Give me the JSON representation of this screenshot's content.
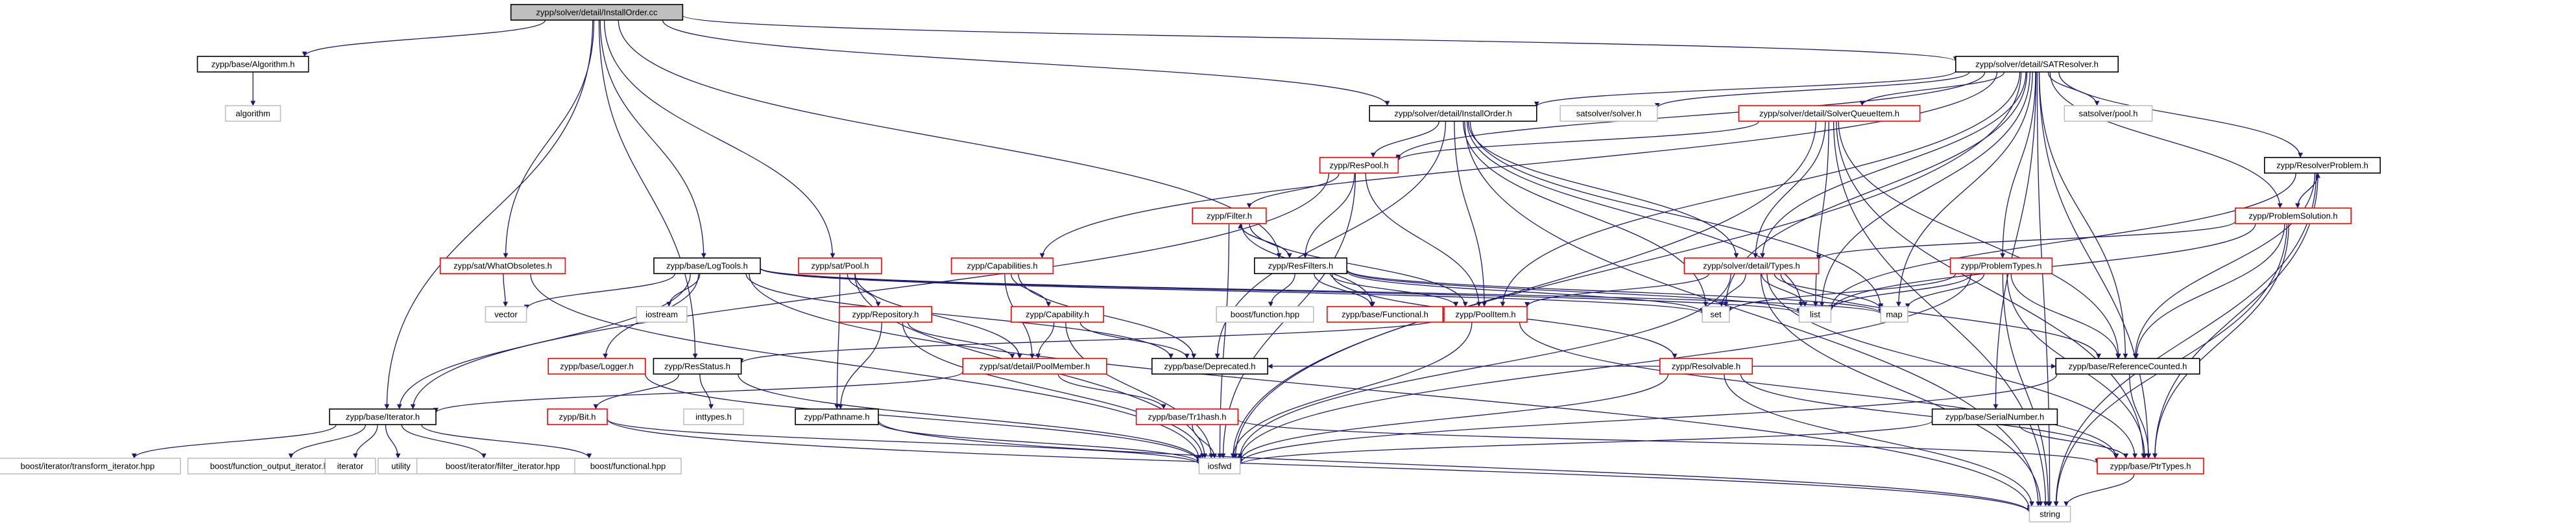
{
  "colors": {
    "black": "#000000",
    "red": "#ff0000",
    "gray": "#bfbfbf",
    "root_fill": "#bfbfbf",
    "edge": "#191970"
  },
  "nodes": [
    {
      "id": "root",
      "label": "zypp/solver/detail/InstallOrder.cc",
      "style": "root"
    },
    {
      "id": "algo_h",
      "label": "zypp/base/Algorithm.h",
      "style": "black"
    },
    {
      "id": "algorithm",
      "label": "algorithm",
      "style": "gray"
    },
    {
      "id": "sat_resolver",
      "label": "zypp/solver/detail/SATResolver.h",
      "style": "black"
    },
    {
      "id": "install_order_h",
      "label": "zypp/solver/detail/InstallOrder.h",
      "style": "black"
    },
    {
      "id": "satsolver_solver",
      "label": "satsolver/solver.h",
      "style": "gray"
    },
    {
      "id": "solver_queue",
      "label": "zypp/solver/detail/SolverQueueItem.h",
      "style": "red"
    },
    {
      "id": "satsolver_pool",
      "label": "satsolver/pool.h",
      "style": "gray"
    },
    {
      "id": "respool",
      "label": "zypp/ResPool.h",
      "style": "red"
    },
    {
      "id": "resolver_problem",
      "label": "zypp/ResolverProblem.h",
      "style": "black"
    },
    {
      "id": "problem_solution",
      "label": "zypp/ProblemSolution.h",
      "style": "red"
    },
    {
      "id": "filter",
      "label": "zypp/Filter.h",
      "style": "red"
    },
    {
      "id": "sat_whatobs",
      "label": "zypp/sat/WhatObsoletes.h",
      "style": "red"
    },
    {
      "id": "logtools",
      "label": "zypp/base/LogTools.h",
      "style": "black"
    },
    {
      "id": "sat_pool",
      "label": "zypp/sat/Pool.h",
      "style": "red"
    },
    {
      "id": "capabilities",
      "label": "zypp/Capabilities.h",
      "style": "red"
    },
    {
      "id": "resfilters",
      "label": "zypp/ResFilters.h",
      "style": "black"
    },
    {
      "id": "solver_types",
      "label": "zypp/solver/detail/Types.h",
      "style": "red"
    },
    {
      "id": "problem_types",
      "label": "zypp/ProblemTypes.h",
      "style": "red"
    },
    {
      "id": "vector",
      "label": "vector",
      "style": "gray"
    },
    {
      "id": "iostream",
      "label": "iostream",
      "style": "gray"
    },
    {
      "id": "repository",
      "label": "zypp/Repository.h",
      "style": "red"
    },
    {
      "id": "capability",
      "label": "zypp/Capability.h",
      "style": "red"
    },
    {
      "id": "boost_function",
      "label": "boost/function.hpp",
      "style": "gray"
    },
    {
      "id": "functional_h",
      "label": "zypp/base/Functional.h",
      "style": "red"
    },
    {
      "id": "poolitem",
      "label": "zypp/PoolItem.h",
      "style": "red"
    },
    {
      "id": "set",
      "label": "set",
      "style": "gray"
    },
    {
      "id": "list",
      "label": "list",
      "style": "gray"
    },
    {
      "id": "map",
      "label": "map",
      "style": "gray"
    },
    {
      "id": "resolvable",
      "label": "zypp/Resolvable.h",
      "style": "red"
    },
    {
      "id": "refcounted",
      "label": "zypp/base/ReferenceCounted.h",
      "style": "black"
    },
    {
      "id": "logger",
      "label": "zypp/base/Logger.h",
      "style": "red"
    },
    {
      "id": "resstatus",
      "label": "zypp/ResStatus.h",
      "style": "black"
    },
    {
      "id": "pathname",
      "label": "zypp/Pathname.h",
      "style": "black"
    },
    {
      "id": "poolmember",
      "label": "zypp/sat/detail/PoolMember.h",
      "style": "red"
    },
    {
      "id": "deprecated",
      "label": "zypp/base/Deprecated.h",
      "style": "black"
    },
    {
      "id": "iterator_h",
      "label": "zypp/base/Iterator.h",
      "style": "black"
    },
    {
      "id": "bit_h",
      "label": "zypp/Bit.h",
      "style": "red"
    },
    {
      "id": "inttypes",
      "label": "inttypes.h",
      "style": "gray"
    },
    {
      "id": "trhash",
      "label": "zypp/base/Tr1hash.h",
      "style": "red"
    },
    {
      "id": "serialnumber",
      "label": "zypp/base/SerialNumber.h",
      "style": "black"
    },
    {
      "id": "iosfwd",
      "label": "iosfwd",
      "style": "gray"
    },
    {
      "id": "ptrtypes",
      "label": "zypp/base/PtrTypes.h",
      "style": "red"
    },
    {
      "id": "boost_iter_transform",
      "label": "boost/iterator/transform_iterator.hpp",
      "style": "gray"
    },
    {
      "id": "boost_func_output",
      "label": "boost/function_output_iterator.hpp",
      "style": "gray"
    },
    {
      "id": "iterator",
      "label": "iterator",
      "style": "gray"
    },
    {
      "id": "utility",
      "label": "utility",
      "style": "gray"
    },
    {
      "id": "boost_filter_iter",
      "label": "boost/iterator/filter_iterator.hpp",
      "style": "gray"
    },
    {
      "id": "boost_functional",
      "label": "boost/functional.hpp",
      "style": "gray"
    },
    {
      "id": "string",
      "label": "string",
      "style": "gray"
    }
  ],
  "edges": [
    [
      "root",
      "algo_h"
    ],
    [
      "root",
      "sat_resolver"
    ],
    [
      "root",
      "install_order_h"
    ],
    [
      "root",
      "sat_whatobs"
    ],
    [
      "root",
      "logtools"
    ],
    [
      "root",
      "sat_pool"
    ],
    [
      "root",
      "resfilters"
    ],
    [
      "root",
      "resstatus"
    ],
    [
      "root",
      "iterator_h"
    ],
    [
      "algo_h",
      "algorithm"
    ],
    [
      "sat_resolver",
      "install_order_h"
    ],
    [
      "sat_resolver",
      "satsolver_solver"
    ],
    [
      "sat_resolver",
      "solver_queue"
    ],
    [
      "sat_resolver",
      "satsolver_pool"
    ],
    [
      "sat_resolver",
      "respool"
    ],
    [
      "sat_resolver",
      "resolver_problem"
    ],
    [
      "sat_resolver",
      "problem_solution"
    ],
    [
      "sat_resolver",
      "capabilities"
    ],
    [
      "sat_resolver",
      "solver_types"
    ],
    [
      "sat_resolver",
      "problem_types"
    ],
    [
      "sat_resolver",
      "poolitem"
    ],
    [
      "sat_resolver",
      "list"
    ],
    [
      "sat_resolver",
      "map"
    ],
    [
      "sat_resolver",
      "set"
    ],
    [
      "sat_resolver",
      "refcounted"
    ],
    [
      "sat_resolver",
      "serialnumber"
    ],
    [
      "sat_resolver",
      "iosfwd"
    ],
    [
      "sat_resolver",
      "ptrtypes"
    ],
    [
      "sat_resolver",
      "string"
    ],
    [
      "install_order_h",
      "respool"
    ],
    [
      "install_order_h",
      "solver_types"
    ],
    [
      "install_order_h",
      "poolitem"
    ],
    [
      "install_order_h",
      "set"
    ],
    [
      "install_order_h",
      "list"
    ],
    [
      "install_order_h",
      "map"
    ],
    [
      "install_order_h",
      "deprecated"
    ],
    [
      "install_order_h",
      "string"
    ],
    [
      "solver_queue",
      "respool"
    ],
    [
      "solver_queue",
      "solver_types"
    ],
    [
      "solver_queue",
      "refcounted"
    ],
    [
      "solver_queue",
      "ptrtypes"
    ],
    [
      "solver_queue",
      "list"
    ],
    [
      "solver_queue",
      "iosfwd"
    ],
    [
      "solver_queue",
      "string"
    ],
    [
      "respool",
      "filter"
    ],
    [
      "respool",
      "resfilters"
    ],
    [
      "respool",
      "poolitem"
    ],
    [
      "respool",
      "iterator_h"
    ],
    [
      "respool",
      "iosfwd"
    ],
    [
      "resolver_problem",
      "problem_solution"
    ],
    [
      "resolver_problem",
      "list"
    ],
    [
      "resolver_problem",
      "refcounted"
    ],
    [
      "resolver_problem",
      "ptrtypes"
    ],
    [
      "resolver_problem",
      "string"
    ],
    [
      "problem_solution",
      "resolver_problem"
    ],
    [
      "problem_solution",
      "solver_types"
    ],
    [
      "problem_solution",
      "list"
    ],
    [
      "problem_solution",
      "refcounted"
    ],
    [
      "problem_solution",
      "ptrtypes"
    ],
    [
      "problem_solution",
      "string"
    ],
    [
      "filter",
      "resfilters"
    ],
    [
      "filter",
      "functional_h"
    ],
    [
      "filter",
      "poolitem"
    ],
    [
      "filter",
      "iosfwd"
    ],
    [
      "resfilters",
      "filter"
    ],
    [
      "resfilters",
      "boost_function"
    ],
    [
      "resfilters",
      "functional_h"
    ],
    [
      "resfilters",
      "poolitem"
    ],
    [
      "resfilters",
      "resolvable"
    ],
    [
      "resfilters",
      "set"
    ],
    [
      "resfilters",
      "list"
    ],
    [
      "resfilters",
      "map"
    ],
    [
      "sat_whatobs",
      "vector"
    ],
    [
      "sat_whatobs",
      "iosfwd"
    ],
    [
      "logtools",
      "vector"
    ],
    [
      "logtools",
      "iostream"
    ],
    [
      "logtools",
      "logger"
    ],
    [
      "logtools",
      "iterator_h"
    ],
    [
      "logtools",
      "list"
    ],
    [
      "logtools",
      "set"
    ],
    [
      "logtools",
      "map"
    ],
    [
      "logtools",
      "deprecated"
    ],
    [
      "logtools",
      "string"
    ],
    [
      "sat_pool",
      "repository"
    ],
    [
      "sat_pool",
      "pathname"
    ],
    [
      "sat_pool",
      "poolmember"
    ],
    [
      "sat_pool",
      "iosfwd"
    ],
    [
      "capabilities",
      "capability"
    ],
    [
      "capabilities",
      "poolmember"
    ],
    [
      "capabilities",
      "deprecated"
    ],
    [
      "solver_types",
      "poolitem"
    ],
    [
      "solver_types",
      "list"
    ],
    [
      "solver_types",
      "set"
    ],
    [
      "solver_types",
      "map"
    ],
    [
      "solver_types",
      "refcounted"
    ],
    [
      "solver_types",
      "ptrtypes"
    ],
    [
      "solver_types",
      "iosfwd"
    ],
    [
      "solver_types",
      "string"
    ],
    [
      "problem_types",
      "list"
    ],
    [
      "problem_types",
      "map"
    ],
    [
      "problem_types",
      "set"
    ],
    [
      "problem_types",
      "refcounted"
    ],
    [
      "problem_types",
      "ptrtypes"
    ],
    [
      "problem_types",
      "iosfwd"
    ],
    [
      "problem_types",
      "string"
    ],
    [
      "repository",
      "pathname"
    ],
    [
      "repository",
      "poolmember"
    ],
    [
      "repository",
      "iosfwd"
    ],
    [
      "capability",
      "poolmember"
    ],
    [
      "capability",
      "deprecated"
    ],
    [
      "capability",
      "iosfwd"
    ],
    [
      "poolitem",
      "resstatus"
    ],
    [
      "poolitem",
      "iosfwd"
    ],
    [
      "poolitem",
      "ptrtypes"
    ],
    [
      "resolvable",
      "deprecated"
    ],
    [
      "resolvable",
      "refcounted"
    ],
    [
      "resolvable",
      "ptrtypes"
    ],
    [
      "resolvable",
      "iosfwd"
    ],
    [
      "resolvable",
      "string"
    ],
    [
      "refcounted",
      "ptrtypes"
    ],
    [
      "refcounted",
      "iosfwd"
    ],
    [
      "logger",
      "iosfwd"
    ],
    [
      "resstatus",
      "bit_h"
    ],
    [
      "resstatus",
      "inttypes"
    ],
    [
      "resstatus",
      "iosfwd"
    ],
    [
      "pathname",
      "iosfwd"
    ],
    [
      "pathname",
      "string"
    ],
    [
      "poolmember",
      "trhash"
    ],
    [
      "poolmember",
      "iterator_h"
    ],
    [
      "trhash",
      "ptrtypes"
    ],
    [
      "trhash",
      "iosfwd"
    ],
    [
      "serialnumber",
      "iosfwd"
    ],
    [
      "serialnumber",
      "ptrtypes"
    ],
    [
      "iterator_h",
      "boost_iter_transform"
    ],
    [
      "iterator_h",
      "boost_func_output"
    ],
    [
      "iterator_h",
      "iterator"
    ],
    [
      "iterator_h",
      "utility"
    ],
    [
      "iterator_h",
      "boost_filter_iter"
    ],
    [
      "iterator_h",
      "boost_functional"
    ],
    [
      "bit_h",
      "iosfwd"
    ],
    [
      "bit_h",
      "string"
    ],
    [
      "ptrtypes",
      "string"
    ]
  ]
}
